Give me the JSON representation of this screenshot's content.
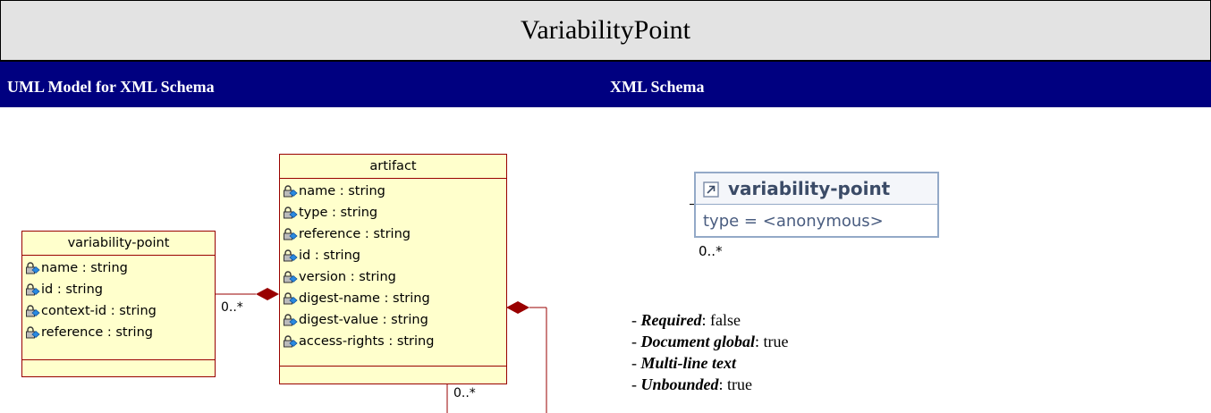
{
  "title": "VariabilityPoint",
  "sections": {
    "left": "UML Model for XML Schema",
    "right": "XML Schema"
  },
  "uml": {
    "variability_point": {
      "name": "variability-point",
      "attributes": [
        "name : string",
        "id : string",
        "context-id : string",
        "reference : string"
      ]
    },
    "artifact": {
      "name": "artifact",
      "attributes": [
        "name : string",
        "type : string",
        "reference : string",
        "id : string",
        "version : string",
        "digest-name : string",
        "digest-value : string",
        "access-rights : string"
      ]
    },
    "multiplicity_left": "0..*",
    "multiplicity_bottom": "0..*"
  },
  "xsd": {
    "element_name": "variability-point",
    "attribute": "type = <anonymous>",
    "multiplicity": "0..*"
  },
  "properties": [
    {
      "key": "Required",
      "sep": ": ",
      "value": "false"
    },
    {
      "key": "Document global",
      "sep": ": ",
      "value": "true"
    },
    {
      "key": "Multi-line text",
      "sep": "",
      "value": ""
    },
    {
      "key": "Unbounded",
      "sep": ": ",
      "value": "true"
    }
  ],
  "colors": {
    "section_bar": "#000080",
    "title_bar": "#e3e3e3",
    "uml_fill": "#ffffcc",
    "uml_border": "#990000",
    "composition_diamond": "#990000"
  }
}
